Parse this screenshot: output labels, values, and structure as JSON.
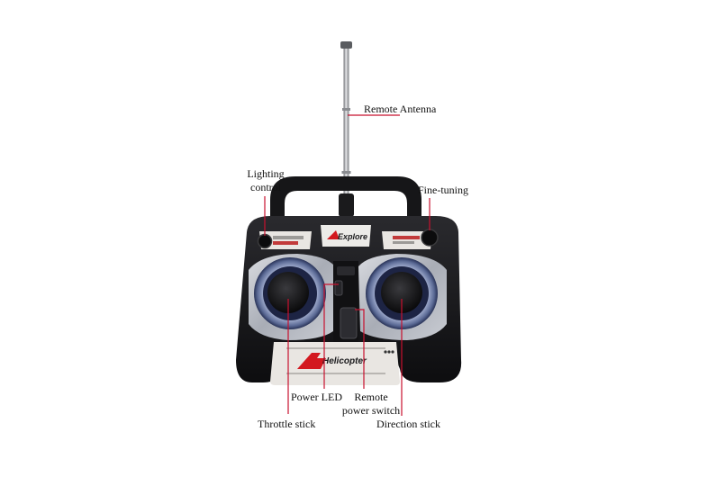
{
  "colors": {
    "background": "#ffffff",
    "callout_line": "#c8102e",
    "body_dark": "#1b1b1d",
    "panel_silver": "#b9bcc3",
    "label_plate": "#e9e6e2",
    "logo_red": "#d3181f"
  },
  "labels": {
    "antenna": "Remote Antenna",
    "lighting_line1": "Lighting",
    "lighting_line2": "control",
    "fine_tuning": "Fine-tuning",
    "power_led": "Power LED",
    "power_switch_line1": "Remote",
    "power_switch_line2": "power switch",
    "throttle": "Throttle stick",
    "direction": "Direction stick"
  },
  "device_text": {
    "brand": "Explore",
    "plate_title": "Helicopter"
  }
}
